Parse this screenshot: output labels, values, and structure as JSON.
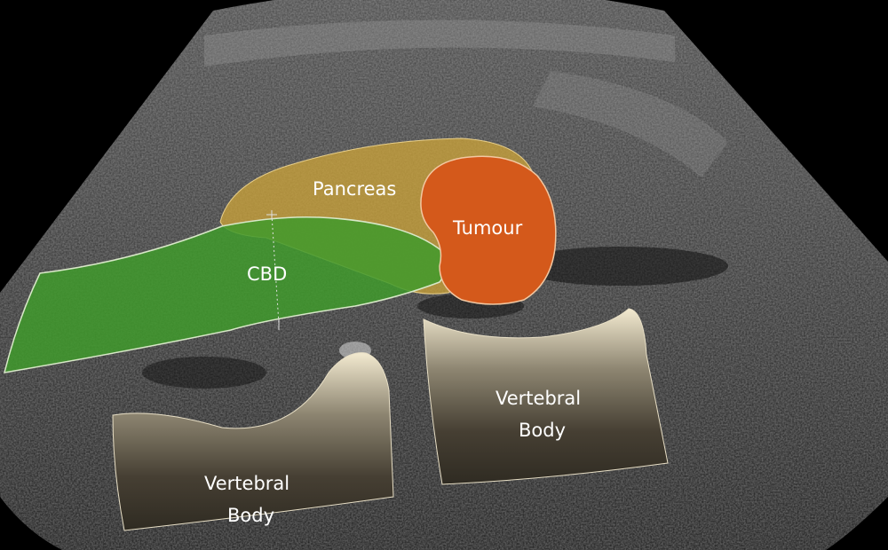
{
  "labels": {
    "pancreas": "Pancreas",
    "tumour": "Tumour",
    "cbd": "CBD",
    "vertebral_right_line1": "Vertebral",
    "vertebral_right_line2": "Body",
    "vertebral_left_line1": "Vertebral",
    "vertebral_left_line2": "Body"
  },
  "colors": {
    "background": "#000000",
    "pancreas": "#c9a23a",
    "tumour": "#d4591b",
    "cbd": "#3f9a2c",
    "vertebral_top": "#f3ead0",
    "vertebral_bottom": "#2f2b22"
  }
}
